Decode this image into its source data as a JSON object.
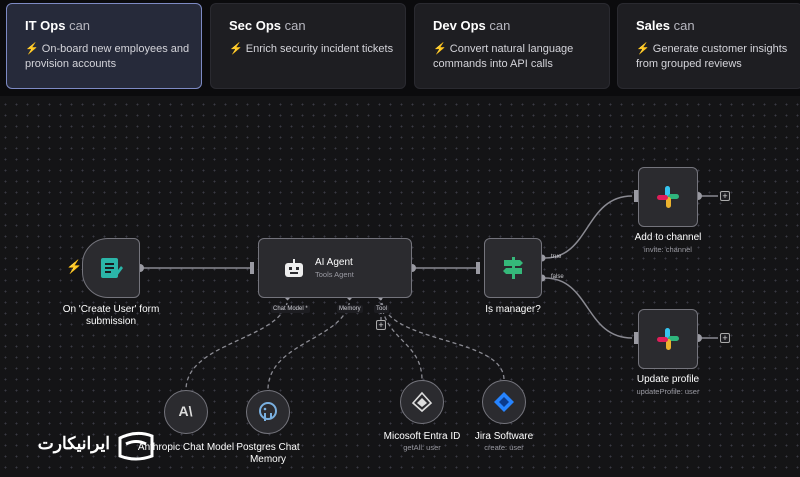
{
  "tabs": [
    {
      "role": "IT Ops",
      "can": "can",
      "desc": "On-board new employees and provision accounts"
    },
    {
      "role": "Sec Ops",
      "can": "can",
      "desc": "Enrich security incident tickets"
    },
    {
      "role": "Dev Ops",
      "can": "can",
      "desc": "Convert natural language commands into API calls"
    },
    {
      "role": "Sales",
      "can": "can",
      "desc": "Generate customer insights from grouped reviews"
    }
  ],
  "bolt": "⚡",
  "nodes": {
    "trigger": {
      "label": "On 'Create User' form submission"
    },
    "agent": {
      "title": "AI Agent",
      "subtitle": "Tools Agent",
      "port_chat": "Chat Model *",
      "port_memory": "Memory",
      "port_tool": "Tool"
    },
    "if": {
      "label": "Is manager?",
      "out_true": "true",
      "out_false": "false"
    },
    "add_channel": {
      "label": "Add to channel",
      "sub": "invite: channel"
    },
    "update_profile": {
      "label": "Update profile",
      "sub": "updateProfile: user"
    },
    "anthropic": {
      "label": "Anthropic Chat Model",
      "icon_text": "A\\"
    },
    "postgres": {
      "label": "Postgres Chat Memory"
    },
    "entra": {
      "label": "Micosoft Entra ID",
      "sub": "getAll: user"
    },
    "jira": {
      "label": "Jira Software",
      "sub": "create: user"
    }
  },
  "watermark": {
    "text": "ایرانیکارت"
  },
  "colors": {
    "accent": "#7d8ac4",
    "trigger_icon": "#2bb5a8",
    "if_icon": "#35b87a",
    "bolt": "#f5b400",
    "jira": "#2684ff"
  }
}
